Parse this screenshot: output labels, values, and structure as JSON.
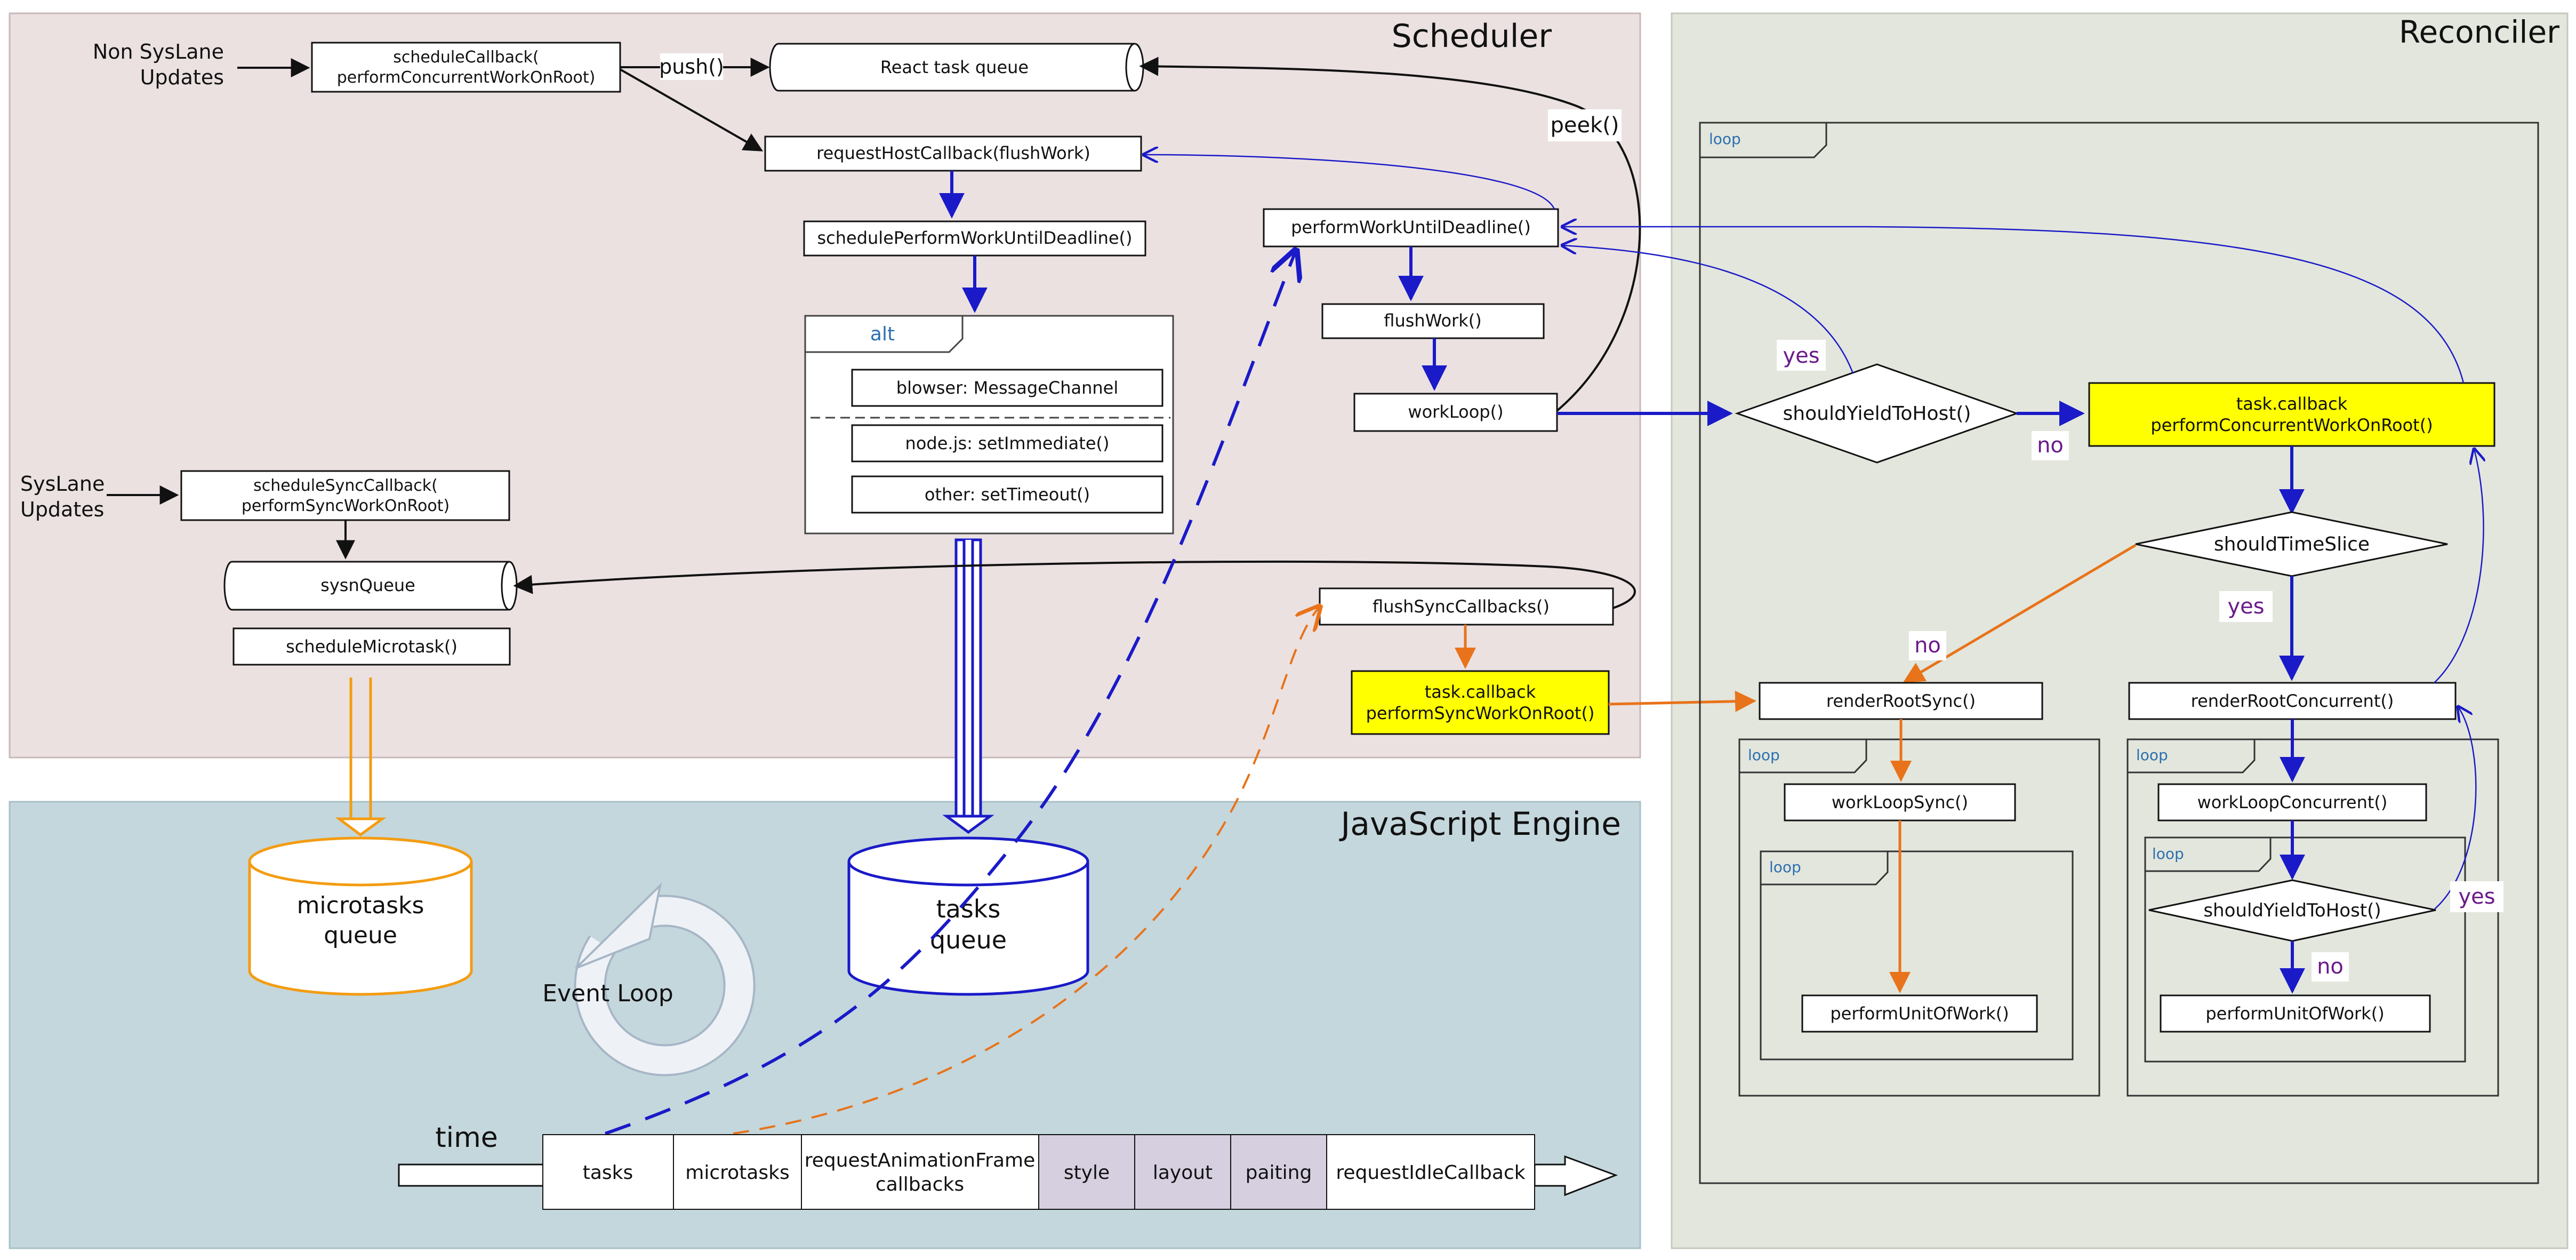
{
  "panels": {
    "scheduler": "Scheduler",
    "reconciler": "Reconciler",
    "js_engine": "JavaScript Engine"
  },
  "scheduler": {
    "non_syslane_line1": "Non SysLane",
    "non_syslane_line2": "Updates",
    "syslane_line1": "SysLane",
    "syslane_line2": "Updates",
    "schedule_callback_line1": "scheduleCallback(",
    "schedule_callback_line2": "performConcurrentWorkOnRoot)",
    "push_label": "push()",
    "react_task_queue": "React task queue",
    "peek_label": "peek()",
    "request_host_callback": "requestHostCallback(flushWork)",
    "schedule_perform_work": "schedulePerformWorkUntilDeadline()",
    "alt_label": "alt",
    "alt_browser": "blowser: MessageChannel",
    "alt_node": "node.js: setImmediate()",
    "alt_other": "other: setTimeout()",
    "perform_work_until_deadline": "performWorkUntilDeadline()",
    "flush_work": "flushWork()",
    "work_loop": "workLoop()",
    "schedule_sync_line1": "scheduleSyncCallback(",
    "schedule_sync_line2": "performSyncWorkOnRoot)",
    "sysn_queue": "sysnQueue",
    "schedule_microtask": "scheduleMicrotask()",
    "flush_sync_callbacks": "flushSyncCallbacks()",
    "task_cb_sync_line1": "task.callback",
    "task_cb_sync_line2": "performSyncWorkOnRoot()"
  },
  "reconciler": {
    "loop_label": "loop",
    "should_yield": "shouldYieldToHost()",
    "yes": "yes",
    "no": "no",
    "task_cb_conc_line1": "task.callback",
    "task_cb_conc_line2": "performConcurrentWorkOnRoot()",
    "should_time_slice": "shouldTimeSlice",
    "render_root_sync": "renderRootSync()",
    "render_root_concurrent": "renderRootConcurrent()",
    "work_loop_sync": "workLoopSync()",
    "work_loop_concurrent": "workLoopConcurrent()",
    "perform_unit_of_work": "performUnitOfWork()"
  },
  "engine": {
    "microtasks_queue_line1": "microtasks",
    "microtasks_queue_line2": "queue",
    "tasks_queue_line1": "tasks",
    "tasks_queue_line2": "queue",
    "event_loop": "Event Loop",
    "time": "time",
    "timeline": {
      "tasks": "tasks",
      "microtasks": "microtasks",
      "raf_line1": "requestAnimationFrame",
      "raf_line2": "callbacks",
      "style": "style",
      "layout": "layout",
      "paiting": "paiting",
      "ric": "requestIdleCallback"
    }
  },
  "colors": {
    "scheduler_bg": "#ebe1e1",
    "reconciler_bg": "#e3e6dc",
    "engine_bg": "#c4d7dd",
    "blue_flow": "#1a1ac8",
    "orange_flow": "#e8731a",
    "highlight_yellow": "#ffff00",
    "label_purple": "#6a1a8a",
    "loop_blue": "#2a6fb0",
    "timeline_gray": "#d6cfe0"
  }
}
